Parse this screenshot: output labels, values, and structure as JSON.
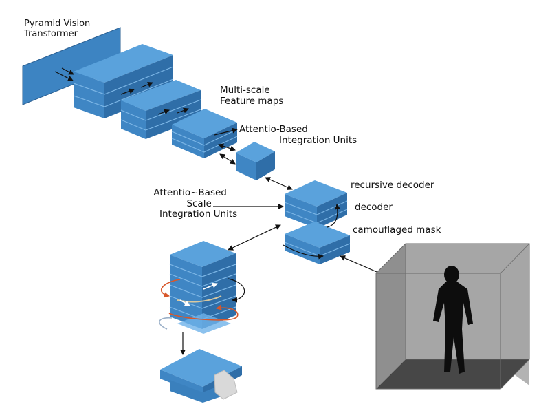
{
  "labels": {
    "pvt": [
      "Pyramid Vision",
      "Transformer"
    ],
    "msf": [
      "Multi-scale",
      "Feature maps"
    ],
    "abiu_top": [
      "Attentio-Based",
      "Integration Units"
    ],
    "absiu_left": [
      "Attentio~Based",
      "Scale",
      "Integration Units"
    ],
    "recursive_decoder": "recursive decoder",
    "decoder": "decoder",
    "camouflaged_mask": "camouflaged mask"
  },
  "colors": {
    "block_front": "#3f86c4",
    "block_top": "#5aa2dc",
    "block_side": "#2d6aa3",
    "arrow": "#111111",
    "loop_orange": "#d8572a",
    "room_back": "#9a9a9a",
    "room_floor": "#4a4a4a",
    "silhouette": "#0d0d0d"
  }
}
